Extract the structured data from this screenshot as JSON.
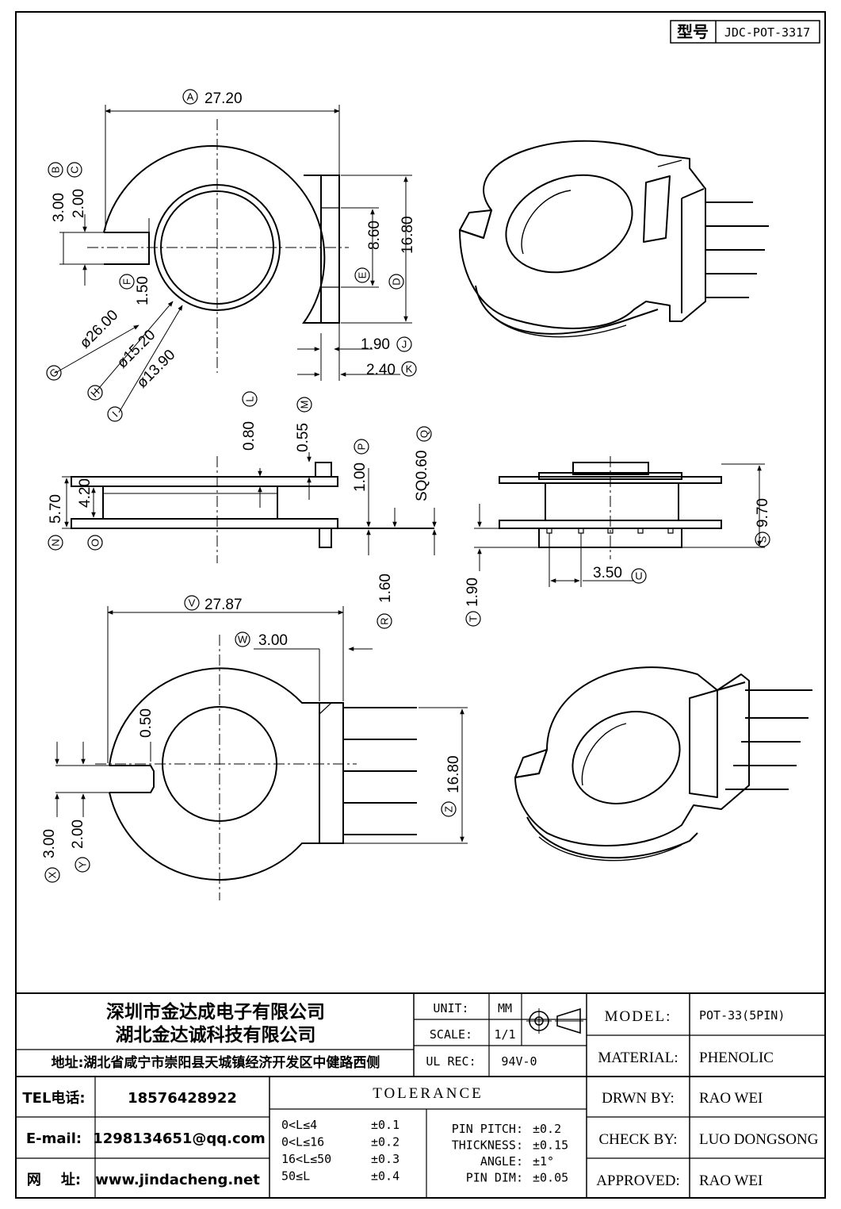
{
  "model_box": {
    "label": "型号",
    "value": "JDC-POT-3317"
  },
  "dims": {
    "A": "27.20",
    "B": "3.00",
    "C": "2.00",
    "D": "16.80",
    "E": "8.60",
    "F": "1.50",
    "G": "ø26.00",
    "H": "ø15.20",
    "I": "ø13.90",
    "J": "1.90",
    "K": "2.40",
    "L": "0.80",
    "M": "0.55",
    "N": "5.70",
    "O": "4.20",
    "P": "1.00",
    "Q": "SQ0.60",
    "R": "1.60",
    "S": "9.70",
    "T": "1.90",
    "U": "3.50",
    "V": "27.87",
    "W": "3.00",
    "W2": "0.50",
    "X": "3.00",
    "Y": "2.00",
    "Z": "16.80"
  },
  "letters": {
    "A": "A",
    "B": "B",
    "C": "C",
    "D": "D",
    "E": "E",
    "F": "F",
    "G": "G",
    "H": "H",
    "I": "I",
    "J": "J",
    "K": "K",
    "L": "L",
    "M": "M",
    "N": "N",
    "O": "O",
    "P": "P",
    "Q": "Q",
    "R": "R",
    "S": "S",
    "T": "T",
    "U": "U",
    "V": "V",
    "W": "W",
    "X": "X",
    "Y": "Y",
    "Z": "Z"
  },
  "company": {
    "name1": "深圳市金达成电子有限公司",
    "name2": "湖北金达诚科技有限公司",
    "address": "地址:湖北省咸宁市崇阳县天城镇经济开发区中健路西侧"
  },
  "contact": {
    "tel_label": "TEL电话:",
    "tel": "18576428922",
    "email_label": "E-mail:",
    "email": "1298134651@qq.com",
    "web_label": "网    址:",
    "web": "www.jindacheng.net"
  },
  "spec": {
    "unit_label": "UNIT:",
    "unit": "MM",
    "scale_label": "SCALE:",
    "scale": "1/1",
    "ulrec_label": "UL REC:",
    "ulrec": "94V-0",
    "tolerance_title": "TOLERANCE",
    "tol_ranges": [
      "0<L≤4",
      "0<L≤16",
      "16<L≤50",
      "50≤L"
    ],
    "tol_values": [
      "±0.1",
      "±0.2",
      "±0.3",
      "±0.4"
    ],
    "pin_labels": [
      "PIN PITCH:",
      "THICKNESS:",
      "ANGLE:",
      "PIN DIM:"
    ],
    "pin_values": [
      "±0.2",
      "±0.15",
      "±1°",
      "±0.05"
    ]
  },
  "info": {
    "model_label": "MODEL:",
    "model": "POT-33(5PIN)",
    "material_label": "MATERIAL:",
    "material": "PHENOLIC",
    "drwn_label": "DRWN BY:",
    "drwn": "RAO WEI",
    "check_label": "CHECK BY:",
    "check": "LUO DONGSONG",
    "approved_label": "APPROVED:",
    "approved": "RAO WEI"
  }
}
